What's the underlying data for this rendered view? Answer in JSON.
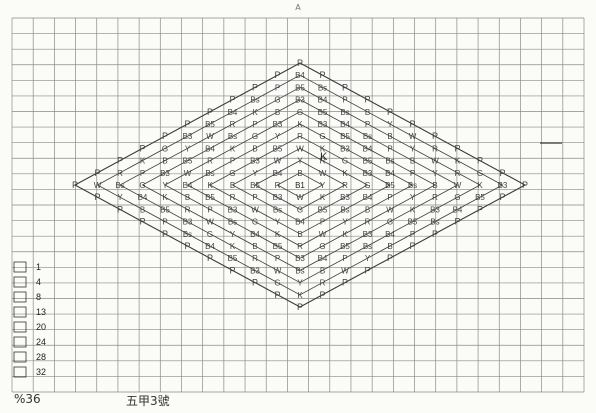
{
  "page": {
    "top_mark": "A"
  },
  "pattern": {
    "center": "B1",
    "legend_counts": [
      "1",
      "4",
      "8",
      "13",
      "20",
      "24",
      "28",
      "32"
    ],
    "ring_letters": [
      "P",
      "B",
      "Y",
      "W",
      "R",
      "K",
      "G",
      "B3",
      "B5",
      "B4",
      "Bs"
    ],
    "marker": "K"
  },
  "footer": {
    "left": "%36",
    "center": "五甲3號"
  },
  "colors": {
    "grid": "#8a8a8a",
    "ink": "#3a3a3a",
    "paper": "#fbfbf8"
  }
}
